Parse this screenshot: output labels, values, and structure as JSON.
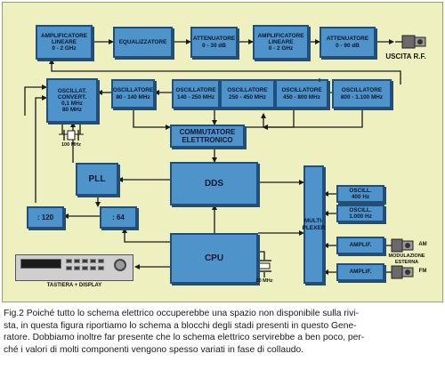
{
  "colors": {
    "panel": "#eef0bf",
    "block_fill": "#4e93c9",
    "block_border": "#1f4f80",
    "wire": "#1a1a1a",
    "caption_text": "#1a1a1a"
  },
  "blocks": {
    "amp1": "AMPLIFICATORE\nLINEARE\n0 - 2 GHz",
    "equalizzatore": "EQUALIZZATORE",
    "att1": "ATTENUATORE\n0 - 30 dB",
    "amp2": "AMPLIFICATORE\nLINEARE\n0 - 2 GHz",
    "att2": "ATTENUATORE\n0 - 90 dB",
    "osc_conv": "OSCILLAT.\nCONVERT.\n0,1 MHz\n80 MHz",
    "osc1": "OSCILLATORE\n80 - 140 MHz",
    "osc2": "OSCILLATORE\n140 - 250 MHz",
    "osc3": "OSCILLATORE\n250 - 450 MHz",
    "osc4": "OSCILLATORE\n450 - 800 MHz",
    "osc5": "OSCILLATORE\n800 - 1.100 MHz",
    "commutatore": "COMMUTATORE\nELETTRONICO",
    "pll": "PLL",
    "dds": "DDS",
    "div120": ": 120",
    "div64": ": 64",
    "cpu": "CPU",
    "multiplexer": "MULTI-\nPLEXER",
    "oscill400": "OSCILL.\n400 Hz",
    "oscill1000": "OSCILL.\n1.000 Hz",
    "ampl_am": "AMPLIF.",
    "ampl_fm": "AMPLIF."
  },
  "labels": {
    "uscita_rf": "USCITA R.F.",
    "xtal_100": "100 MHz",
    "xtal_20": "20 MHz",
    "tastiera": "TASTIERA + DISPLAY",
    "modulazione": "MODULAZIONE\nESTERNA",
    "am": "AM",
    "fm": "FM",
    "small_marker": "2"
  },
  "caption": "Fig.2 Poiché tutto lo schema elettrico occuperebbe una spazio non disponibile sulla rivi-\nsta, in questa figura riportiamo lo schema a blocchi degli stadi presenti in questo Gene-\nratore. Dobbiamo inoltre far presente che lo schema elettrico servirebbe a ben poco, per-\nché i valori di molti componenti vengono spesso variati in fase di collaudo."
}
